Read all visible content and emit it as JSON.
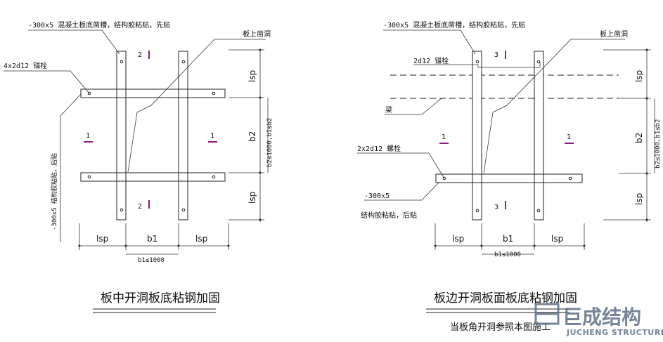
{
  "left": {
    "title": "板中开洞板底粘钢加固",
    "top_label": "-300x5  混凝土板底凿槽，结构胶粘贴，先贴",
    "hole_label": "板上凿洞",
    "anchor_label": "4x2d12  锚栓",
    "side_label": "-300x5  结构胶粘贴，后贴",
    "plate_nums": [
      "2",
      "2",
      "1",
      "1"
    ],
    "dim_bottom": [
      "lsp",
      "b1",
      "lsp"
    ],
    "dim_bottom_note": "b1≤1000",
    "dim_right": [
      "lsp",
      "b2",
      "lsp"
    ],
    "dim_right_note": "b2≤1000,b1≤b2"
  },
  "right": {
    "title": "板边开洞板面板底粘钢加固",
    "subtitle": "当板角开洞参照本图施工",
    "top_label": "-300x5  混凝土板底凿槽，结构胶粘贴，先贴",
    "hole_label": "板上凿洞",
    "anchor_label": "2d12  锚栓",
    "beam_label": "梁",
    "bolt_label": "2x2d12  螺栓",
    "plate_label": "-300x5",
    "plate_label2": "结构胶粘贴，后贴",
    "plate_nums": [
      "3",
      "3",
      "1",
      "1"
    ],
    "dim_bottom": [
      "lsp",
      "b1",
      "lsp"
    ],
    "dim_bottom_note": "b1≤1000",
    "dim_right": [
      "lsp",
      "b2",
      "lsp"
    ],
    "dim_right_note": "b2≤1000,b1≤b2"
  },
  "watermark": {
    "cn": "巨成结构",
    "en": "JUCHENG STRUCTURE"
  }
}
